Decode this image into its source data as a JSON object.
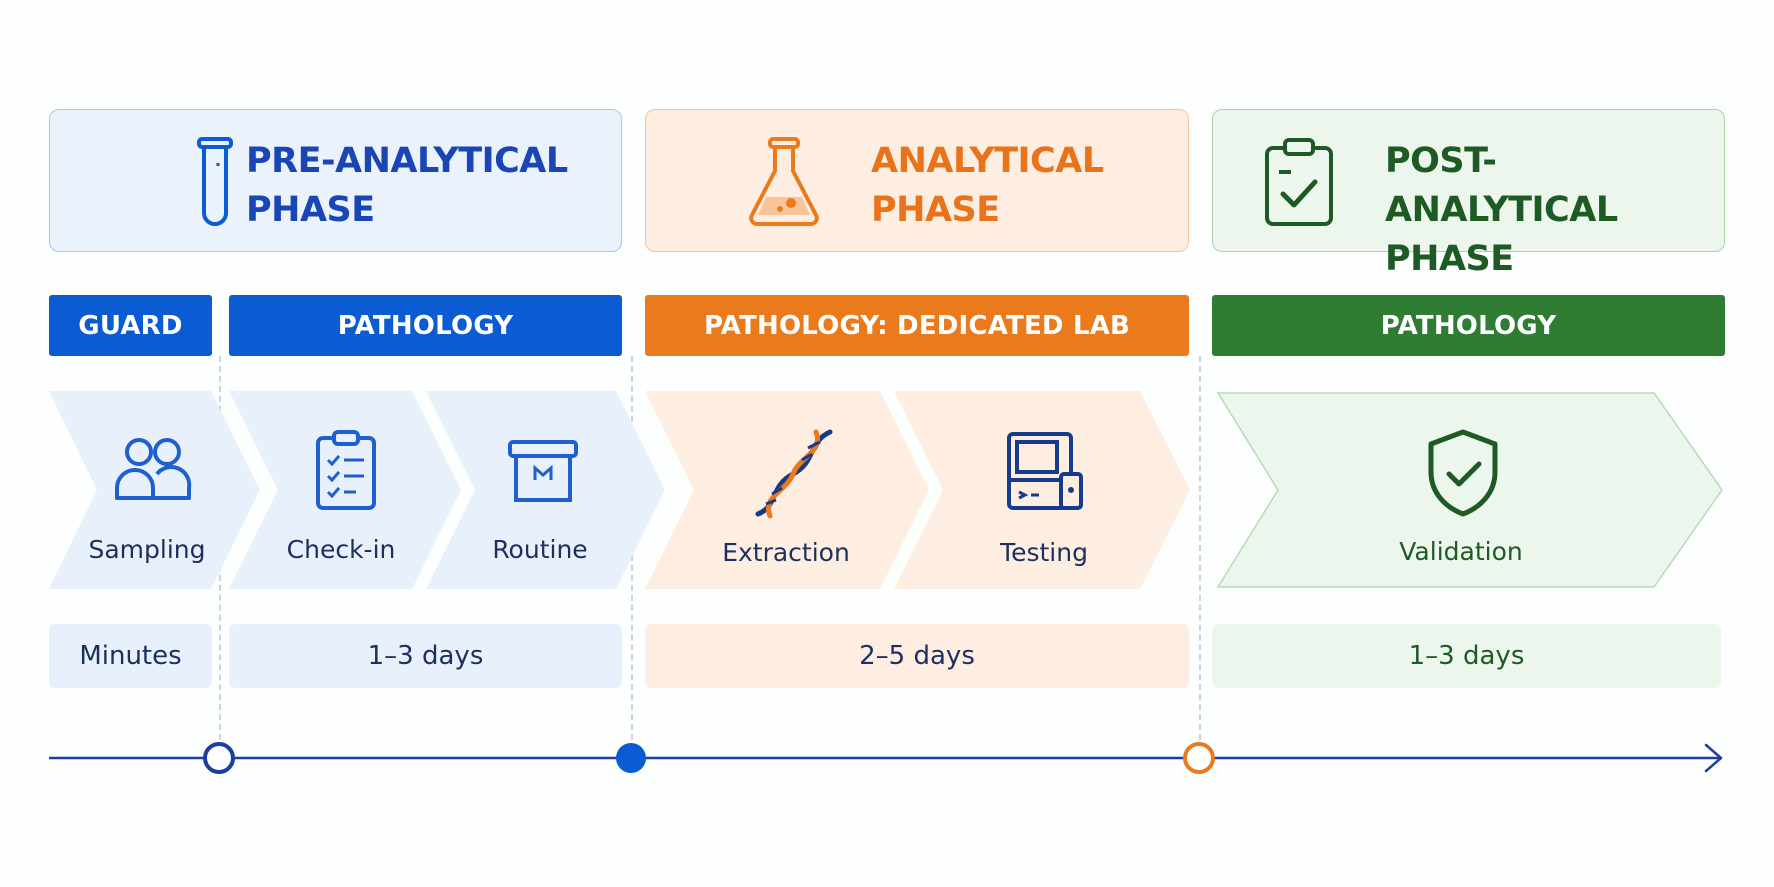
{
  "colors": {
    "blue": "#0b5bd3",
    "blue_dark": "#1a3fa0",
    "orange": "#ea7a1c",
    "green": "#2f7d32",
    "green_dark": "#1e5a24"
  },
  "phases": [
    {
      "title_line1": "PRE-ANALYTICAL",
      "title_line2": "PHASE",
      "icon": "test-tube-icon"
    },
    {
      "title_line1": "ANALYTICAL",
      "title_line2": "PHASE",
      "icon": "flask-icon"
    },
    {
      "title_line1": "POST-ANALYTICAL",
      "title_line2": "PHASE",
      "icon": "clipboard-check-icon"
    }
  ],
  "bands": [
    "GUARD",
    "PATHOLOGY",
    "PATHOLOGY: DEDICATED LAB",
    "PATHOLOGY"
  ],
  "steps": [
    {
      "label": "Sampling",
      "icon": "users-icon"
    },
    {
      "label": "Check-in",
      "icon": "checklist-icon"
    },
    {
      "label": "Routine",
      "icon": "box-icon"
    },
    {
      "label": "Extraction",
      "icon": "dna-icon"
    },
    {
      "label": "Testing",
      "icon": "lab-analyzer-icon"
    },
    {
      "label": "Validation",
      "icon": "shield-check-icon"
    }
  ],
  "durations": [
    "Minutes",
    "1–3 days",
    "2–5 days",
    "1–3 days"
  ]
}
